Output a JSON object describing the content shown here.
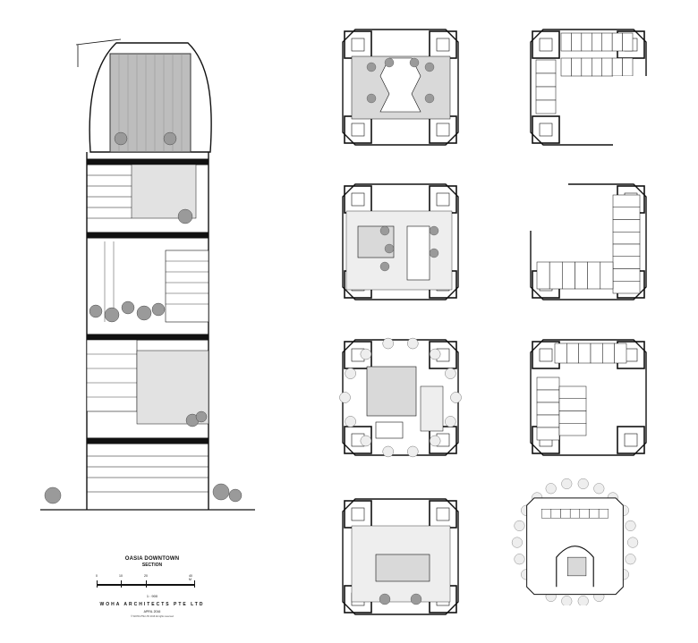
{
  "drawing": {
    "project_title": "OASIA DOWNTOWN",
    "drawing_type": "SECTION",
    "scale_labels": [
      "0",
      "10",
      "20",
      "40 M"
    ],
    "scale_ratio": "1 : 900",
    "firm": "WOHA ARCHITECTS PTE LTD",
    "date": "APRIL 2016",
    "copyright": "© WOHA PTE LTD 2016  All rights reserved"
  },
  "floor_plans": [
    {
      "id": "plan-1",
      "kind": "sky-terrace-garden"
    },
    {
      "id": "plan-2",
      "kind": "hotel-rooms"
    },
    {
      "id": "plan-3",
      "kind": "sky-garden-pool"
    },
    {
      "id": "plan-4",
      "kind": "hotel-rooms-l"
    },
    {
      "id": "plan-5",
      "kind": "sky-terrace-trees"
    },
    {
      "id": "plan-6",
      "kind": "office-rooms"
    },
    {
      "id": "plan-7",
      "kind": "podium-lobby"
    },
    {
      "id": "plan-8",
      "kind": "ground-floor"
    }
  ],
  "colors": {
    "ink": "#111111",
    "paper": "#ffffff",
    "fill_gray": "#d9d9d9",
    "tree": "#9a9a9a"
  }
}
